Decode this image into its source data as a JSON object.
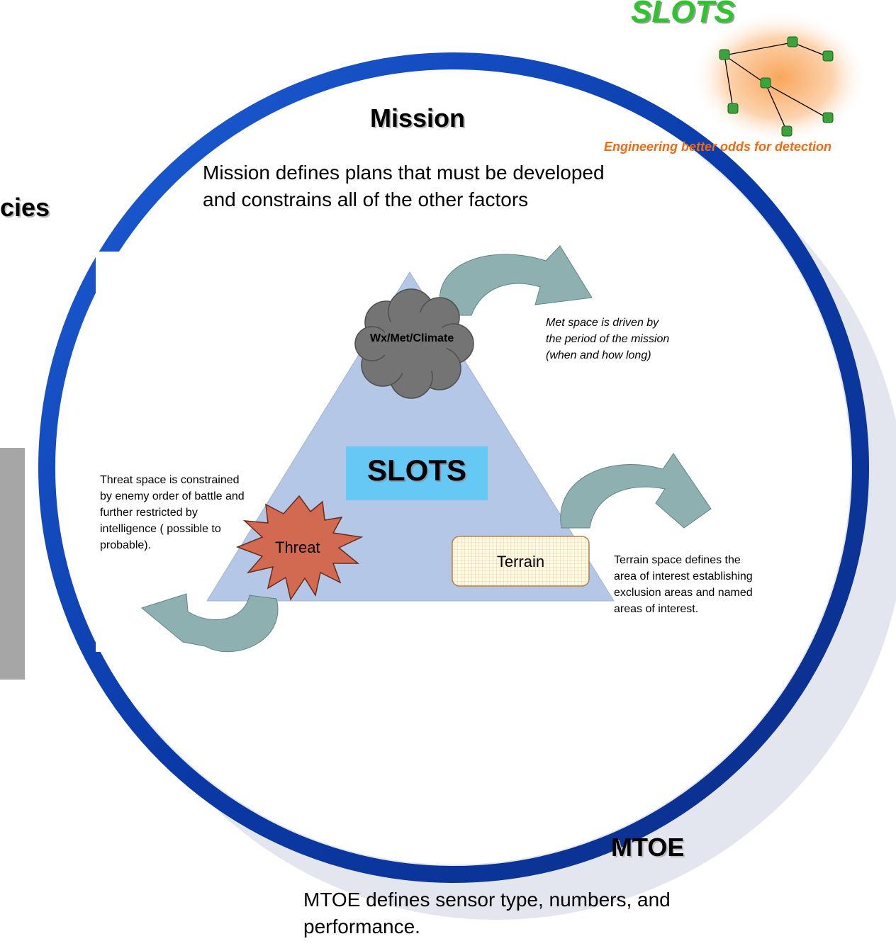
{
  "corner": {
    "title": "SLOTS",
    "subtitle": "Engineering better odds for detection"
  },
  "left_fragment": "cies",
  "mission": {
    "heading": "Mission",
    "description_line1": "Mission defines plans that must be developed",
    "description_line2": "and constrains all of the other factors"
  },
  "center_label": "SLOTS",
  "weather": {
    "label": "Wx/Met/Climate",
    "note": "Met space is driven by the period of the mission (when and how long)"
  },
  "threat": {
    "label": "Threat",
    "note": "Threat space is constrained by enemy order of battle and further restricted by intelligence ( possible to probable)."
  },
  "terrain": {
    "label": "Terrain",
    "note": "Terrain space defines the area of interest establishing exclusion areas and named areas of interest."
  },
  "mtoe": {
    "heading": "MTOE",
    "description": "MTOE defines sensor type, numbers, and performance."
  },
  "colors": {
    "ring": "#0a3aa8",
    "triangle": "#b4c7e7",
    "center_box": "#66c8f5",
    "cloud": "#757575",
    "star": "#d26a52",
    "arrow": "#8fb0b0",
    "corner_title": "#2ec42e",
    "corner_subtitle": "#f06a12"
  }
}
